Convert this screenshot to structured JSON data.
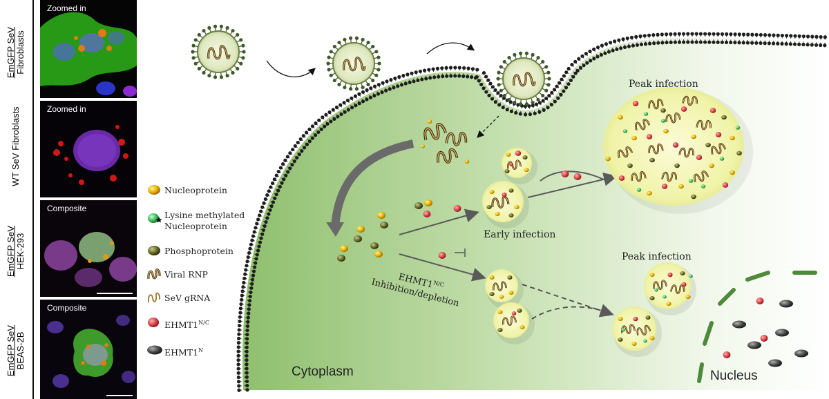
{
  "panels": {
    "rows": [
      {
        "cell_line_prefix": "EmGFP SeV",
        "cell_line": "Fibroblasts",
        "caption": "Zoomed in",
        "underlined": true
      },
      {
        "cell_line_prefix": "WT SeV",
        "cell_line": "Fibroblasts",
        "caption": "Zoomed in",
        "underlined": false
      },
      {
        "cell_line_prefix": "EmGFP SeV",
        "cell_line": "HEK-293",
        "caption": "Composite",
        "underlined": true
      },
      {
        "cell_line_prefix": "EmGFP SeV",
        "cell_line": "BEAS-2B",
        "caption": "Composite",
        "underlined": true
      }
    ]
  },
  "legend": {
    "nucleoprotein": "Nucleoprotein",
    "lysine_line1": "Lysine methylated",
    "lysine_line2": "Nucleoprotein",
    "phosphoprotein": "Phosphoprotein",
    "viral_rnp": "Viral RNP",
    "sev_grna": "SeV gRNA",
    "ehmt1_nc": "EHMT1",
    "ehmt1_nc_sup": "N/C",
    "ehmt1_n": "EHMT1",
    "ehmt1_n_sup": "N"
  },
  "diagram": {
    "peak_infection_top": "Peak infection",
    "early_infection": "Early infection",
    "inhibition_ehmt1": "EHMT1",
    "inhibition_ehmt1_sup": "N/C",
    "inhibition_text": "Inhibition/depletion",
    "peak_infection_bottom": "Peak infection",
    "cytoplasm": "Cytoplasm",
    "nucleus": "Nucleus"
  },
  "colors": {
    "cytoplasm_green": "#a9d08e",
    "membrane_dark": "#2f2f2f",
    "vesicle_yellow": "#f4f6b0",
    "nucleoprotein": "#e8b400",
    "phosphoprotein": "#6b6b2a",
    "ehmt1_nc": "#e0474c",
    "ehmt1_n": "#4a4a4a",
    "lysine_methylated": "#3cc060",
    "nucleus_dash": "#4f8a3a"
  }
}
